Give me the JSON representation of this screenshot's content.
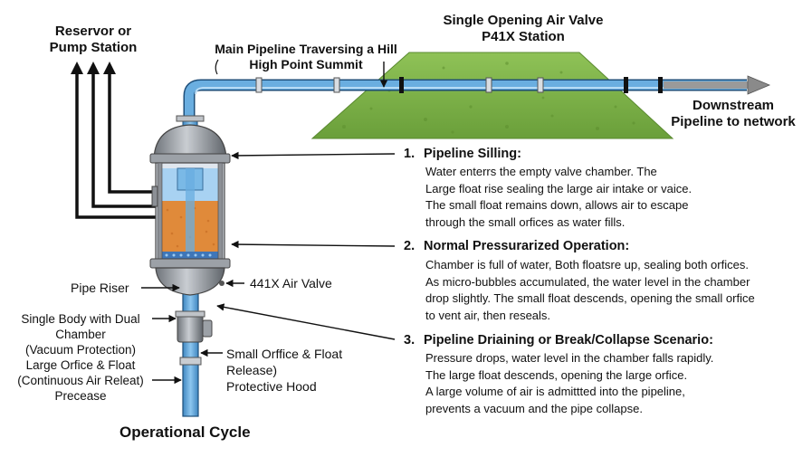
{
  "labels": {
    "reservoir": [
      "Reservor or",
      "Pump Station"
    ],
    "main_pipeline": [
      "Main Pipeline Traversing a Hill",
      "High Point Summit"
    ],
    "air_valve_station": [
      "Single Opening Air Valve",
      "P41X Station"
    ],
    "downstream": [
      "Downstream",
      "Pipeline to network"
    ],
    "pipe_riser": "Pipe Riser",
    "air_valve_441x": "441X Air Valve",
    "single_body": [
      "Single Body with Dual",
      "Chamber",
      "(Vacuum Protection)",
      "Large Orfice & Float",
      "(Continuous Air Releat)",
      "Precease"
    ],
    "small_orifice": [
      "Small Orffice & Float",
      "Release)",
      "Protective Hood"
    ],
    "operational_cycle": "Operational Cycle"
  },
  "steps": [
    {
      "number": "1.",
      "title": "Pipeline Silling:",
      "lines": [
        "Water enterrs the empty valve chamber. The",
        "Large float rise sealing the large air intake or vaice.",
        "The small float remains down, allows air to escape",
        "through the small orfices as water fills."
      ]
    },
    {
      "number": "2.",
      "title": "Normal Pressurarized Operation:",
      "lines": [
        "Chamber is full of water, Both floatsre up, sealing both orfices.",
        "As micro-bubbles accumulated, the water level in the chamber",
        "drop slightly. The small float descends, opening the small orfice",
        "to vent air, then reseals."
      ]
    },
    {
      "number": "3.",
      "title": "Pipeline Driaining or Break/Collapse Scenario:",
      "lines": [
        "Pressure drops, water level in the chamber falls rapidly.",
        "The large float  descends, opening the large orfice.",
        "A large volume of air is admittted into the pipeline,",
        "prevents a vacuum and the pipe collapse."
      ]
    }
  ],
  "colors": {
    "pipe": "#6aaee0",
    "pipe_outline": "#1f4f7a",
    "hill": "#7fb14a",
    "arrow": "#111111",
    "float_media": "#e08a3a",
    "steel": "#8c9096"
  }
}
